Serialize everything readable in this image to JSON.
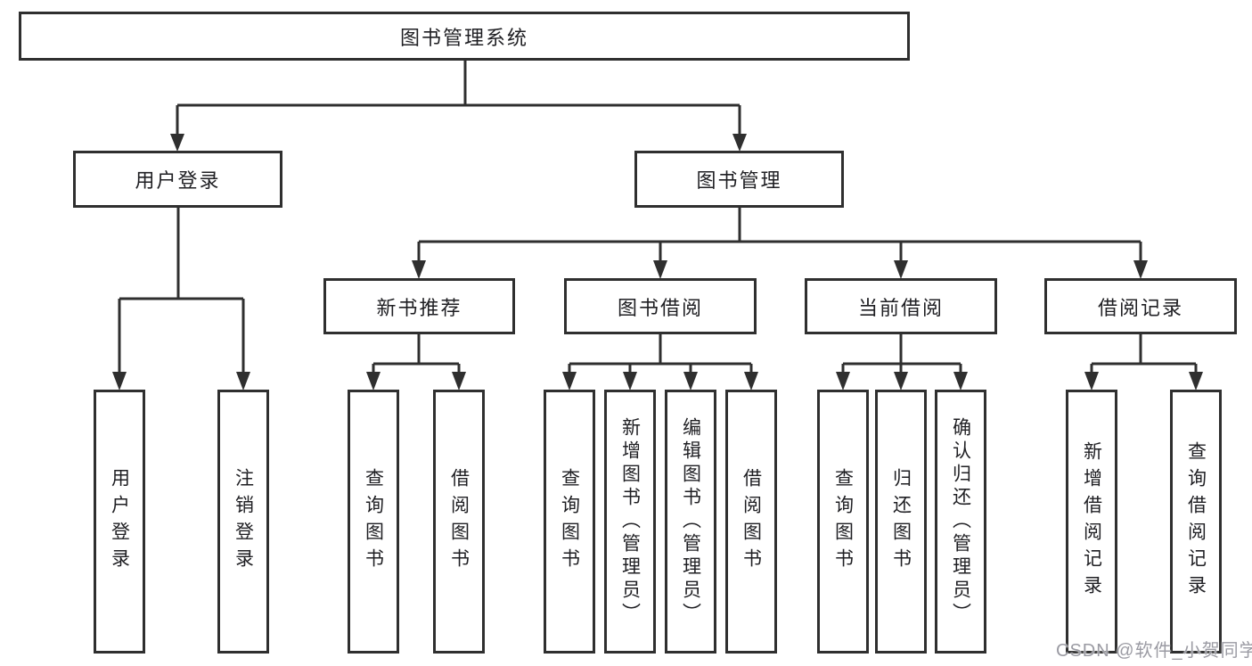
{
  "diagram": {
    "root_label": "图书管理系统",
    "level2": [
      {
        "label": "用户登录"
      },
      {
        "label": "图书管理"
      }
    ],
    "level3": [
      {
        "label": "新书推荐"
      },
      {
        "label": "图书借阅"
      },
      {
        "label": "当前借阅"
      },
      {
        "label": "借阅记录"
      }
    ],
    "leaves": [
      "用户登录",
      "注销登录",
      "查询图书",
      "借阅图书",
      "查询图书",
      "新增图书（管理员）",
      "编辑图书（管理员）",
      "借阅图书",
      "查询图书",
      "归还图书",
      "确认归还（管理员）",
      "新增借阅记录",
      "查询借阅记录"
    ]
  },
  "watermark": {
    "text": "CSDN @软件_小贺同学"
  },
  "colors": {
    "line": "#2f2f2f",
    "text": "#1f1f23",
    "watermark": "#9b9ba3",
    "background": "#ffffff"
  }
}
